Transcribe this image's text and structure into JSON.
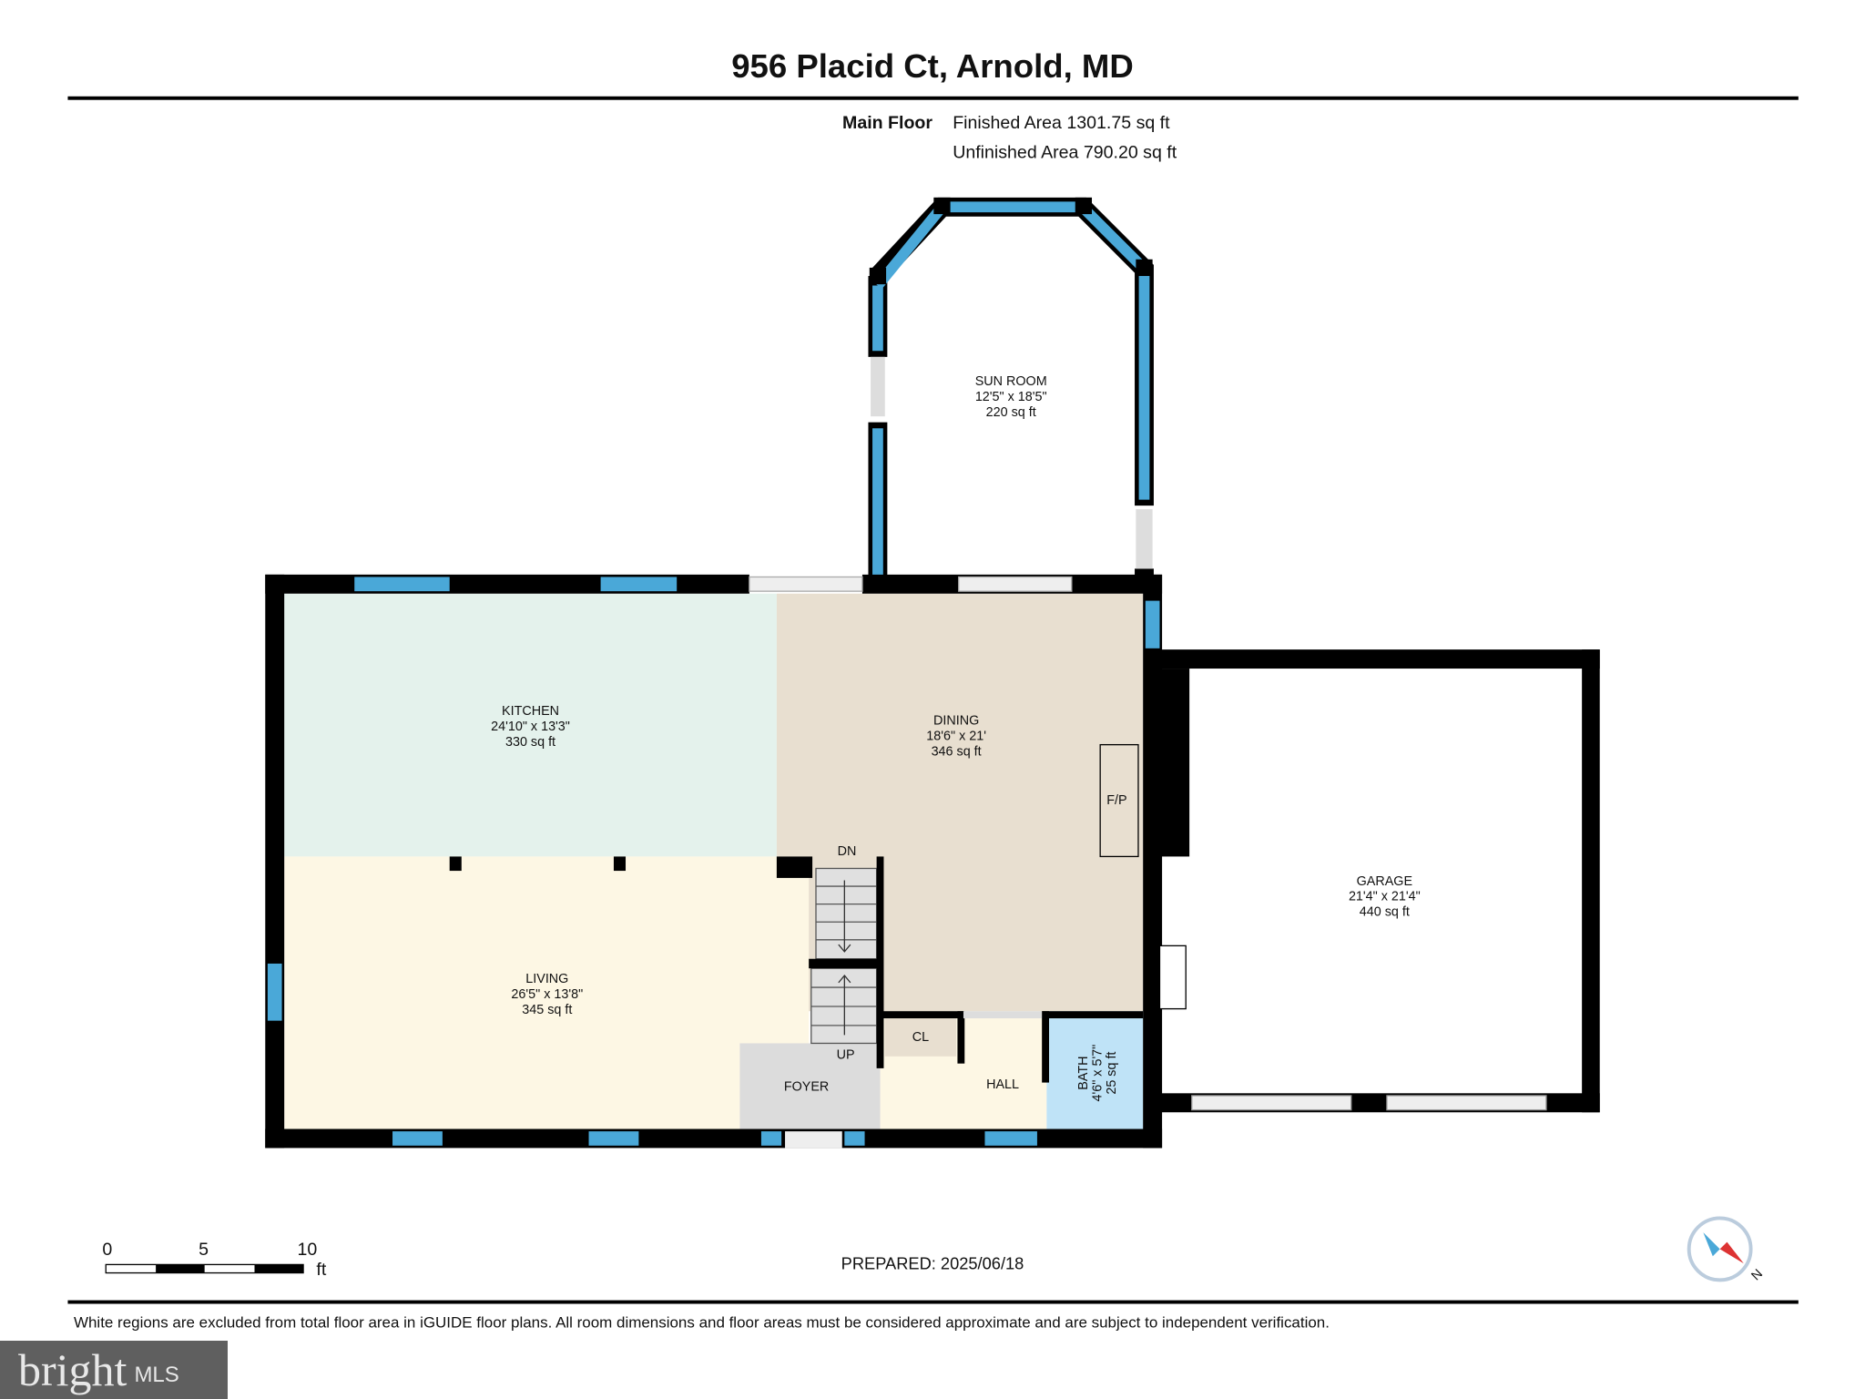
{
  "title": "956 Placid Ct, Arnold, MD",
  "floor": {
    "name": "Main Floor",
    "finished_area": "Finished Area 1301.75 sq ft",
    "unfinished_area": "Unfinished Area 790.20 sq ft"
  },
  "rooms": {
    "sunroom": {
      "name": "SUN ROOM",
      "dims": "12'5\" x 18'5\"",
      "area": "220 sq ft",
      "color": "#ffffff"
    },
    "kitchen": {
      "name": "KITCHEN",
      "dims": "24'10\" x 13'3\"",
      "area": "330 sq ft",
      "color": "#e4f2ec"
    },
    "dining": {
      "name": "DINING",
      "dims": "18'6\" x 21'",
      "area": "346 sq ft",
      "color": "#e8dfd0"
    },
    "living": {
      "name": "LIVING",
      "dims": "26'5\" x 13'8\"",
      "area": "345 sq ft",
      "color": "#fdf7e4"
    },
    "garage": {
      "name": "GARAGE",
      "dims": "21'4\" x 21'4\"",
      "area": "440 sq ft",
      "color": "#ffffff"
    },
    "bath": {
      "name": "BATH",
      "dims": "4'6\" x 5'7\"",
      "area": "25 sq ft",
      "color": "#bfe3f7"
    },
    "foyer": {
      "name": "FOYER",
      "color": "#dcdcdc"
    },
    "hall": {
      "name": "HALL"
    },
    "closet": {
      "name": "CL"
    },
    "fireplace": {
      "name": "F/P"
    },
    "stairs_down": "DN",
    "stairs_up": "UP"
  },
  "scale_bar": {
    "ticks": [
      "0",
      "5",
      "10"
    ],
    "unit": "ft"
  },
  "prepared": "PREPARED: 2025/06/18",
  "compass": {
    "label": "N",
    "icon": "compass-icon"
  },
  "disclaimer": "White regions are excluded from total floor area in iGUIDE floor plans. All room dimensions and floor areas must be considered approximate and are subject to independent verification.",
  "watermark": "bright MLS",
  "colors": {
    "wall": "#000000",
    "window": "#4aa8d8"
  }
}
